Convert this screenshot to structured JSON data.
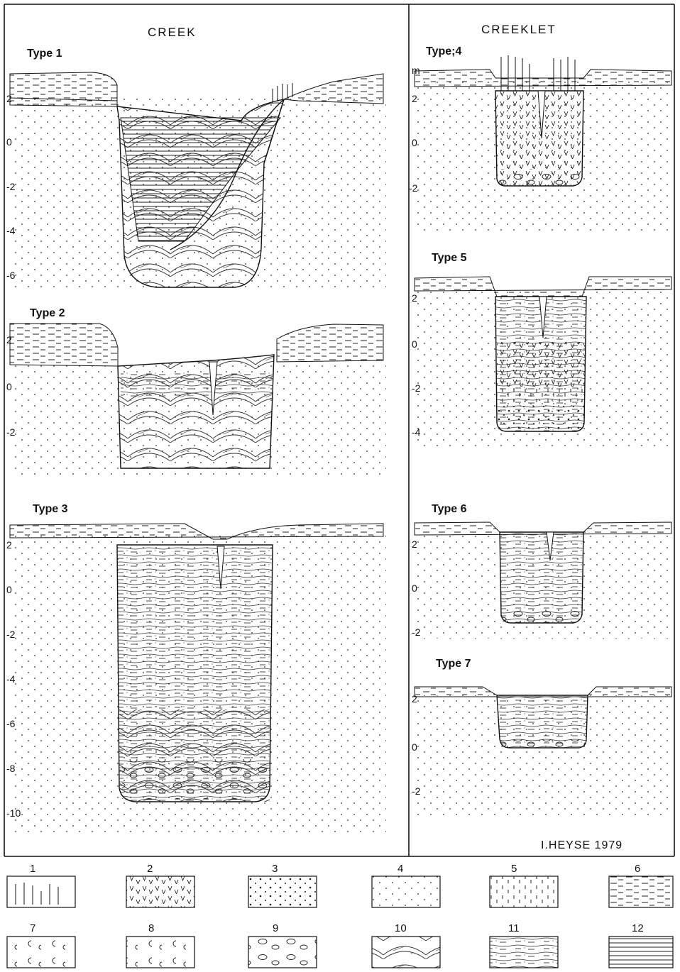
{
  "panels": {
    "creek_title": "CREEK",
    "creeklet_title": "CREEKLET",
    "unit": "m",
    "credit": "I.HEYSE 1979"
  },
  "types": [
    {
      "id": 1,
      "label": "Type 1",
      "ticks": [
        "2",
        "0",
        "-2",
        "-4",
        "-6"
      ]
    },
    {
      "id": 2,
      "label": "Type 2",
      "ticks": [
        "2",
        "0",
        "-2"
      ]
    },
    {
      "id": 3,
      "label": "Type 3",
      "ticks": [
        "2",
        "0",
        "-2",
        "-4",
        "-6",
        "-8",
        "-10"
      ]
    },
    {
      "id": 4,
      "label": "Type;4",
      "ticks": [
        "2",
        "0",
        "-2"
      ]
    },
    {
      "id": 5,
      "label": "Type 5",
      "ticks": [
        "2",
        "0",
        "-2",
        "-4"
      ]
    },
    {
      "id": 6,
      "label": "Type 6",
      "ticks": [
        "2",
        "0",
        "-2"
      ]
    },
    {
      "id": 7,
      "label": "Type 7",
      "ticks": [
        "2",
        "0",
        "-2"
      ]
    }
  ],
  "legend": [
    {
      "num": "1",
      "pattern": "reeds"
    },
    {
      "num": "2",
      "pattern": "v-marks"
    },
    {
      "num": "3",
      "pattern": "coarse-dots"
    },
    {
      "num": "4",
      "pattern": "fine-dots"
    },
    {
      "num": "5",
      "pattern": "vertical-ticks"
    },
    {
      "num": "6",
      "pattern": "dashes"
    },
    {
      "num": "7",
      "pattern": "shells"
    },
    {
      "num": "8",
      "pattern": "shell-fragments"
    },
    {
      "num": "9",
      "pattern": "pebbles"
    },
    {
      "num": "10",
      "pattern": "cross-bedding"
    },
    {
      "num": "11",
      "pattern": "laminated"
    },
    {
      "num": "12",
      "pattern": "horizontal-lines"
    }
  ]
}
